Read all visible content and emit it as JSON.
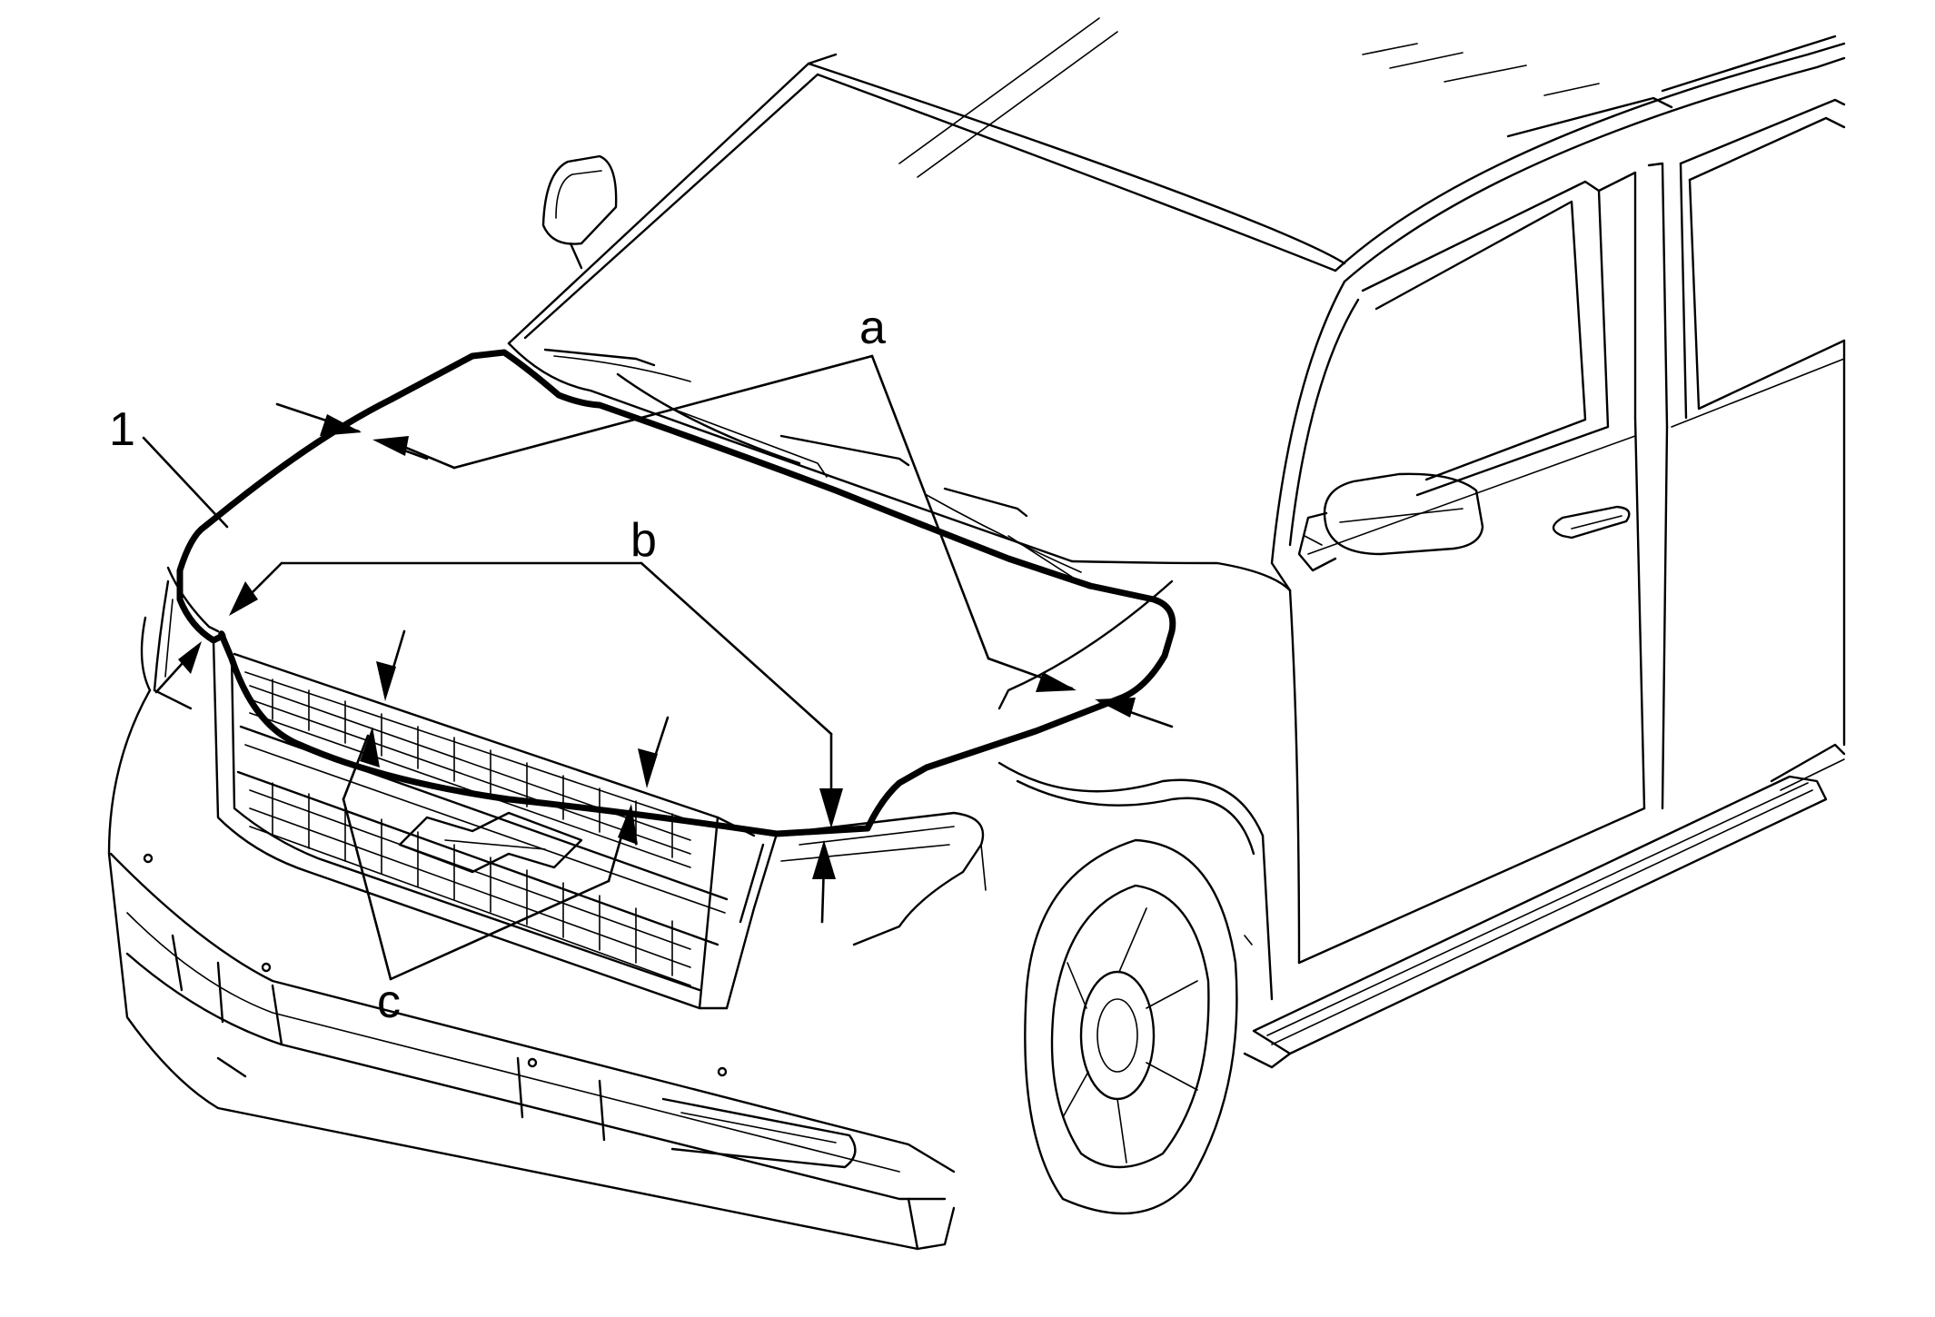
{
  "callouts": {
    "part_1": "1",
    "gap_a": "a",
    "gap_b": "b",
    "gap_c": "c"
  }
}
